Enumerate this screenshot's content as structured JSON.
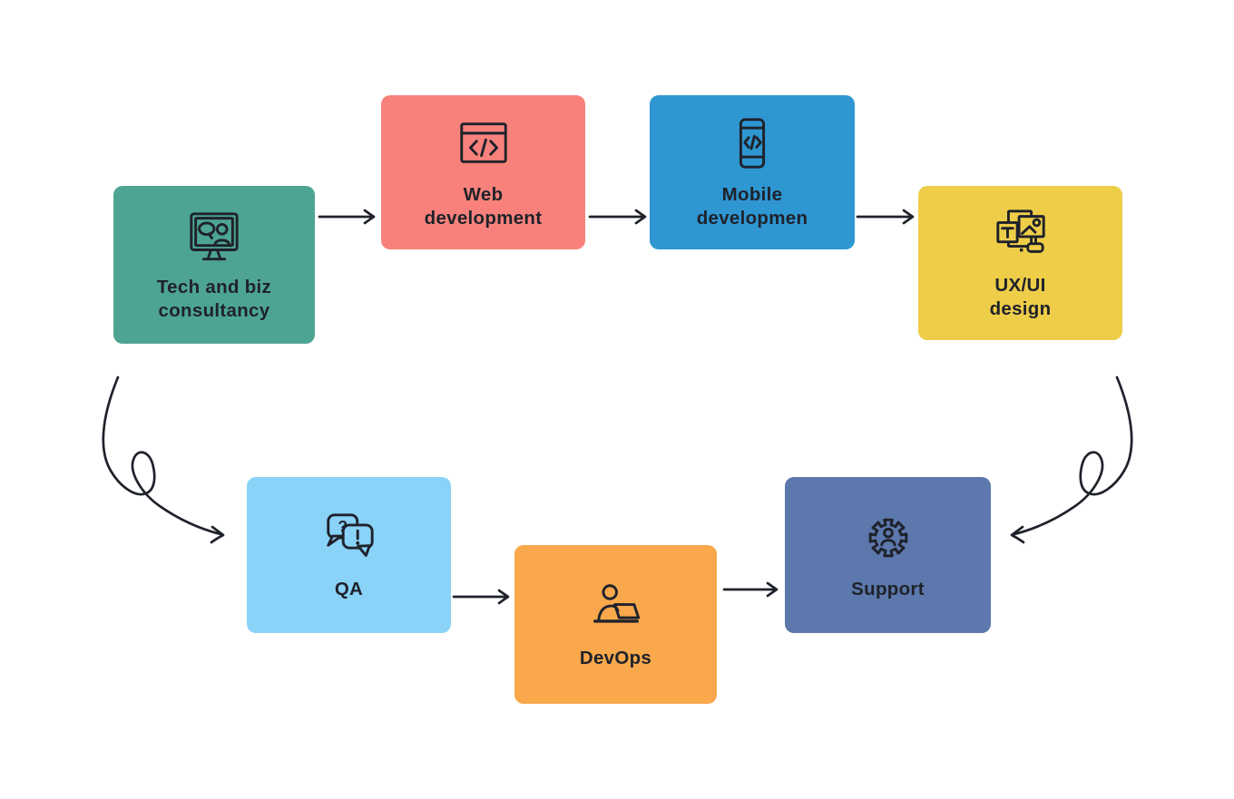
{
  "canvas": {
    "background": "#FFFFFF",
    "ink": "#1F222B"
  },
  "nodes": [
    {
      "id": "consultancy",
      "color": "#4DA492",
      "icon": "monitor-consultation-icon",
      "label": "Tech and biz consultancy",
      "lines": [
        "Tech and biz",
        "consultancy"
      ]
    },
    {
      "id": "web-development",
      "color": "#F8827B",
      "icon": "browser-code-icon",
      "label": "Web development",
      "lines": [
        "Web",
        "development"
      ]
    },
    {
      "id": "mobile-development",
      "color": "#2E96D1",
      "icon": "mobile-code-icon",
      "label": "Mobile developmen",
      "lines": [
        "Mobile",
        "developmen"
      ]
    },
    {
      "id": "uxui-design",
      "color": "#EECD48",
      "icon": "design-tools-icon",
      "label": "UX/UI design",
      "lines": [
        "UX/UI",
        "design"
      ]
    },
    {
      "id": "qa",
      "color": "#8AD3F8",
      "icon": "question-answer-bubbles-icon",
      "label": "QA",
      "lines": [
        "QA"
      ]
    },
    {
      "id": "devops",
      "color": "#F9A84C",
      "icon": "person-laptop-icon",
      "label": "DevOps",
      "lines": [
        "DevOps"
      ]
    },
    {
      "id": "support",
      "color": "#5C78AC",
      "icon": "gear-person-icon",
      "label": "Support",
      "lines": [
        "Support"
      ]
    }
  ],
  "connections": [
    {
      "from": "consultancy",
      "to": "web-development",
      "type": "straight-arrow"
    },
    {
      "from": "web-development",
      "to": "mobile-development",
      "type": "straight-arrow"
    },
    {
      "from": "mobile-development",
      "to": "uxui-design",
      "type": "straight-arrow"
    },
    {
      "from": "consultancy",
      "to": "qa",
      "type": "looped-curve-arrow"
    },
    {
      "from": "qa",
      "to": "devops",
      "type": "straight-arrow"
    },
    {
      "from": "devops",
      "to": "support",
      "type": "straight-arrow"
    },
    {
      "from": "uxui-design",
      "to": "support",
      "type": "looped-curve-arrow"
    }
  ]
}
